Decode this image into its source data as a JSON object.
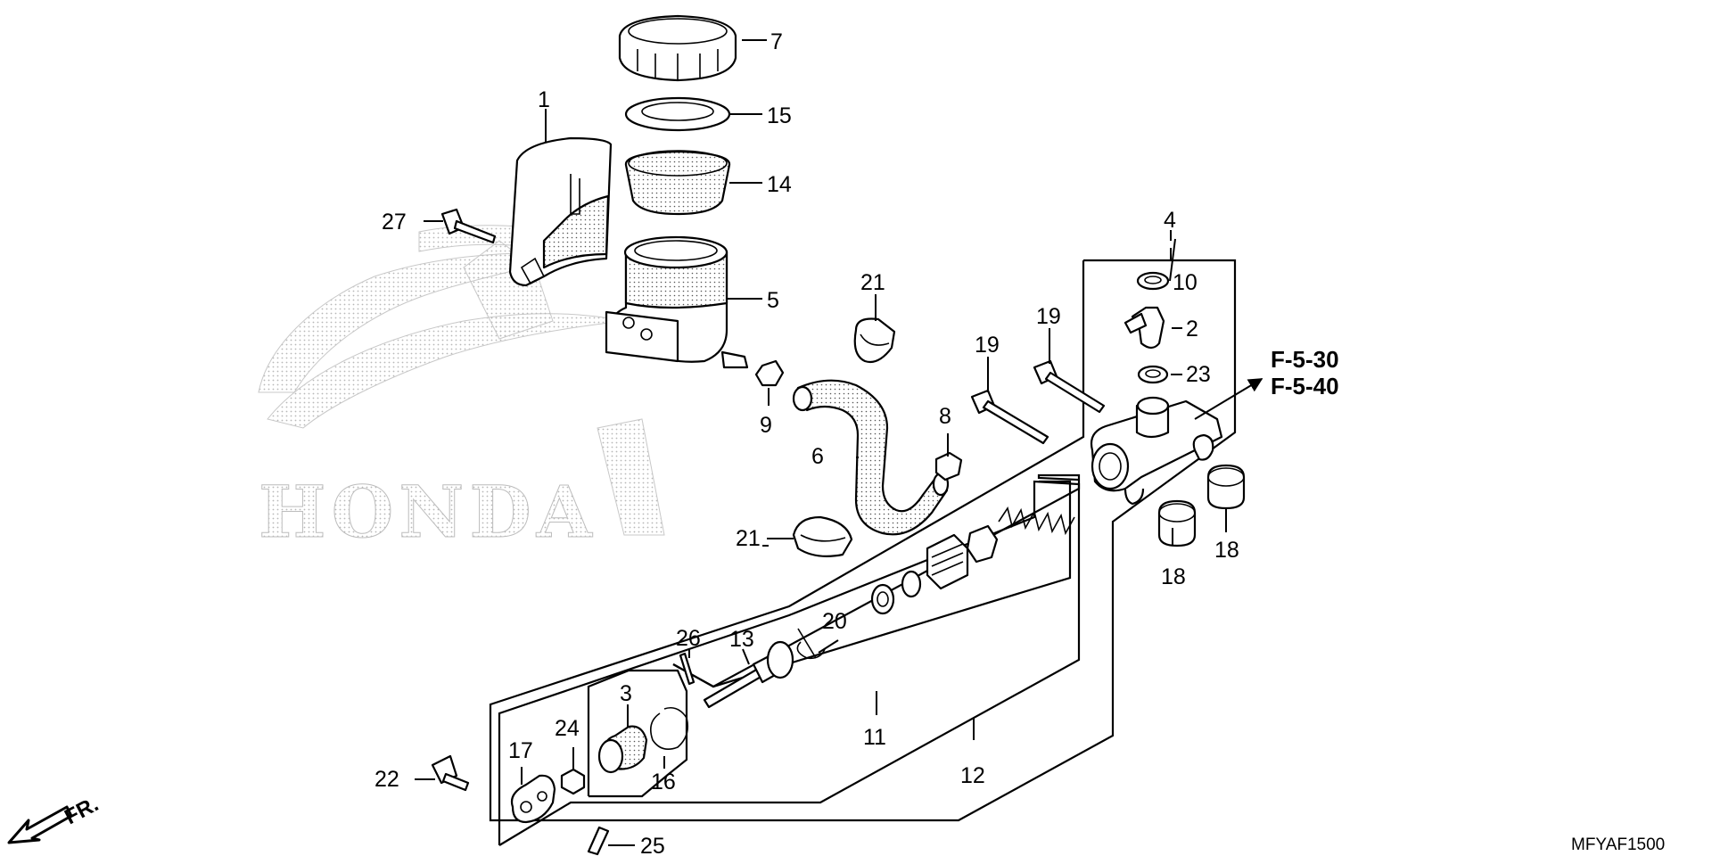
{
  "callouts": [
    {
      "id": "c1",
      "label": "1"
    },
    {
      "id": "c2",
      "label": "2"
    },
    {
      "id": "c3",
      "label": "3"
    },
    {
      "id": "c4",
      "label": "4"
    },
    {
      "id": "c5",
      "label": "5"
    },
    {
      "id": "c6",
      "label": "6"
    },
    {
      "id": "c7",
      "label": "7"
    },
    {
      "id": "c8",
      "label": "8"
    },
    {
      "id": "c9",
      "label": "9"
    },
    {
      "id": "c10",
      "label": "10"
    },
    {
      "id": "c11",
      "label": "11"
    },
    {
      "id": "c12",
      "label": "12"
    },
    {
      "id": "c13",
      "label": "13"
    },
    {
      "id": "c14",
      "label": "14"
    },
    {
      "id": "c15",
      "label": "15"
    },
    {
      "id": "c16",
      "label": "16"
    },
    {
      "id": "c17",
      "label": "17"
    },
    {
      "id": "c18a",
      "label": "18"
    },
    {
      "id": "c18b",
      "label": "18"
    },
    {
      "id": "c19a",
      "label": "19"
    },
    {
      "id": "c19b",
      "label": "19"
    },
    {
      "id": "c20",
      "label": "20"
    },
    {
      "id": "c21a",
      "label": "21"
    },
    {
      "id": "c21b",
      "label": "21"
    },
    {
      "id": "c22",
      "label": "22"
    },
    {
      "id": "c23",
      "label": "23"
    },
    {
      "id": "c24",
      "label": "24"
    },
    {
      "id": "c25",
      "label": "25"
    },
    {
      "id": "c26",
      "label": "26"
    },
    {
      "id": "c27",
      "label": "27"
    }
  ],
  "references": [
    "F-5-30",
    "F-5-40"
  ],
  "direction_label": "FR.",
  "watermark": "HONDA",
  "diagram_code": "MFYAF1500"
}
